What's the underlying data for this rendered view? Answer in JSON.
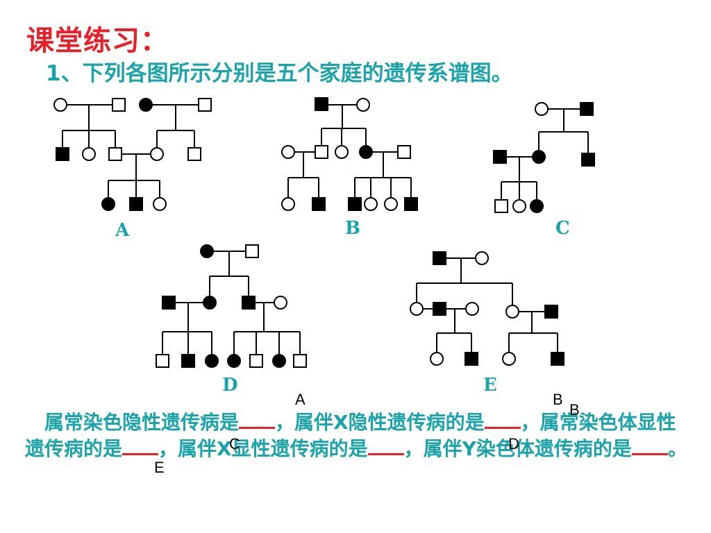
{
  "header": {
    "title": "课堂练习：",
    "question": "1、下列各图所示分别是五个家庭的遗传系谱图。"
  },
  "pedigree_labels": {
    "A": "A",
    "B": "B",
    "C": "C",
    "D": "D",
    "E": "E"
  },
  "answer": {
    "seg1": "　属常染色隐性遗传病是",
    "seg2": "，属伴X隐性遗传病的是",
    "seg3": "，属常染色体显性遗传病的是",
    "seg4": "，属伴X显性遗传病的是",
    "seg5": "，属伴Y染色体遗传病的是",
    "seg6": "。"
  },
  "fills": {
    "f1": "A",
    "f2": "B",
    "f3": "B",
    "f4": "C",
    "f5": "D",
    "f6": "E"
  }
}
